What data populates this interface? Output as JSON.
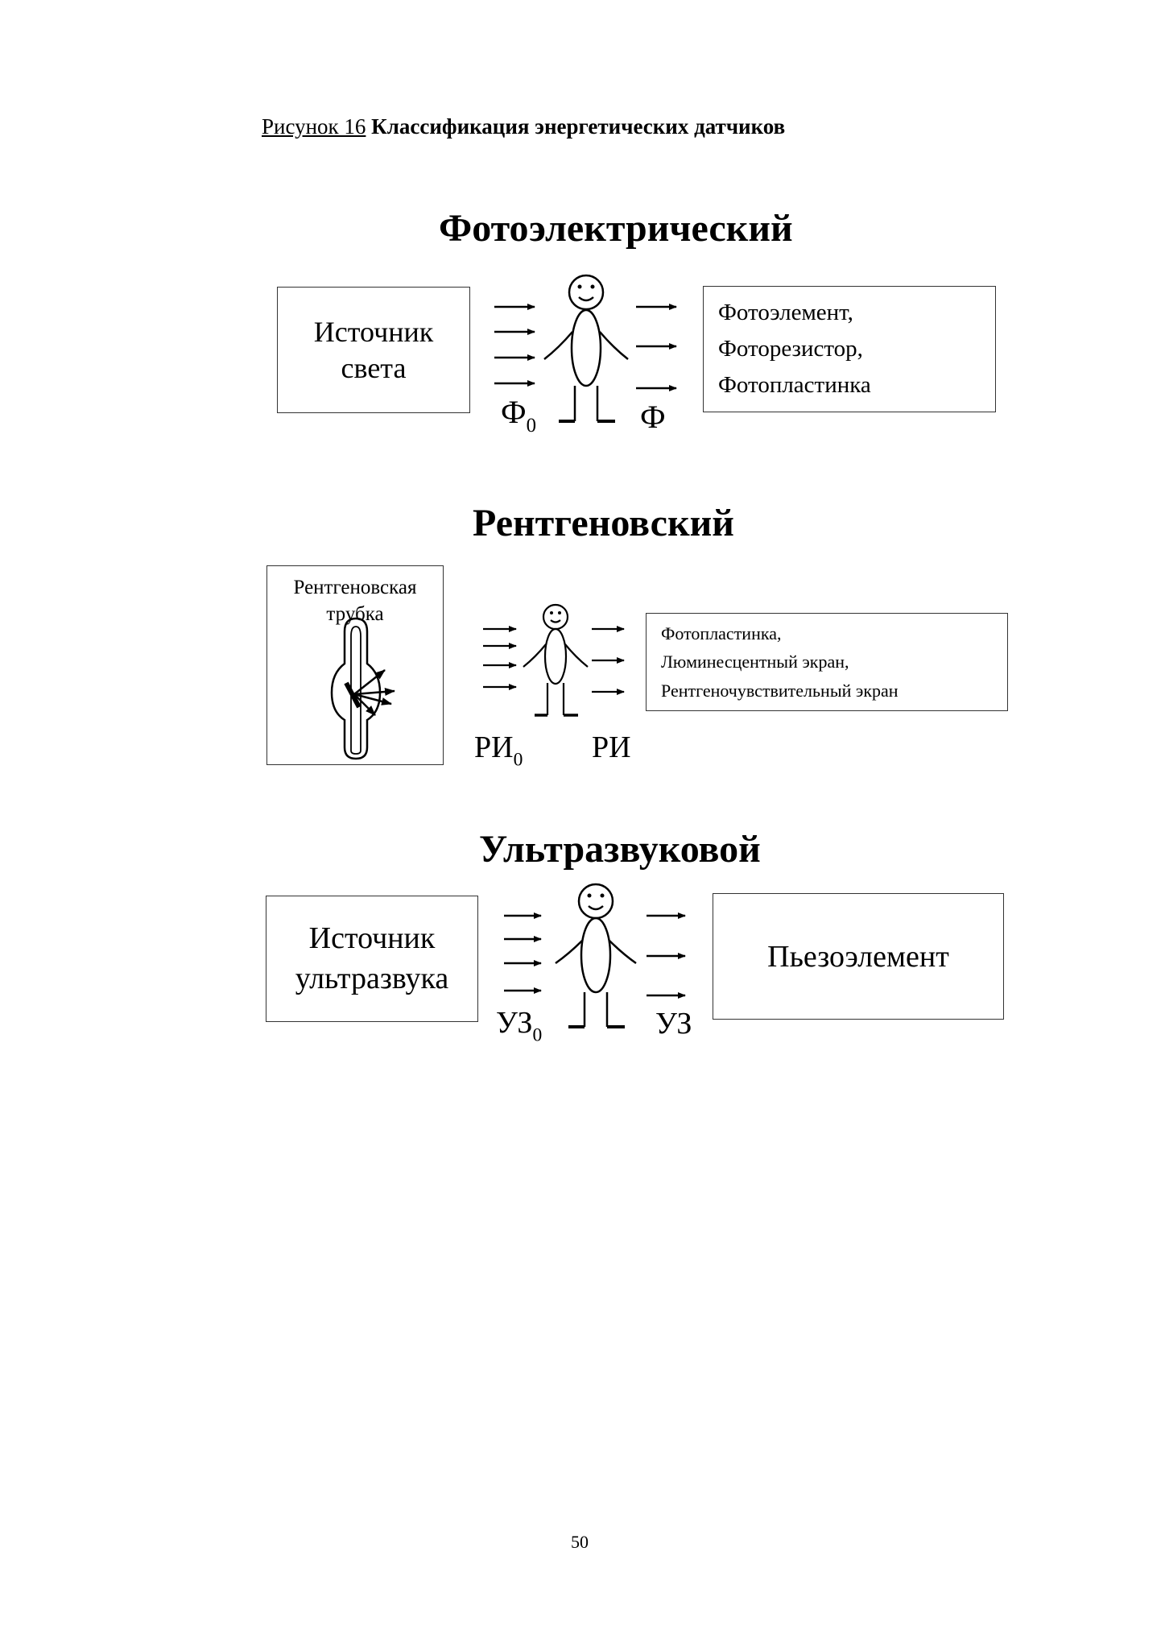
{
  "caption": {
    "label": "Рисунок 16",
    "title": "Классификация энергетических датчиков"
  },
  "sections": [
    {
      "title": "Фотоэлектрический",
      "source_lines": [
        "Источник",
        "света"
      ],
      "detector_lines": [
        "Фотоэлемент,",
        "Фоторезистор,",
        "Фотопластинка"
      ],
      "in_label": "Ф",
      "in_sub": "0",
      "out_label": "Ф"
    },
    {
      "title": "Рентгеновский",
      "source_lines": [
        "Рентгеновская",
        "трубка"
      ],
      "detector_lines": [
        "Фотопластинка,",
        "Люминесцентный экран,",
        "Рентгеночувствительный экран"
      ],
      "in_label": "РИ",
      "in_sub": "0",
      "out_label": "РИ"
    },
    {
      "title": "Ультразвуковой",
      "source_lines": [
        "Источник",
        "ультразвука"
      ],
      "detector_lines": [
        "Пьезоэлемент"
      ],
      "in_label": "УЗ",
      "in_sub": "0",
      "out_label": "УЗ"
    }
  ],
  "page_number": "50"
}
